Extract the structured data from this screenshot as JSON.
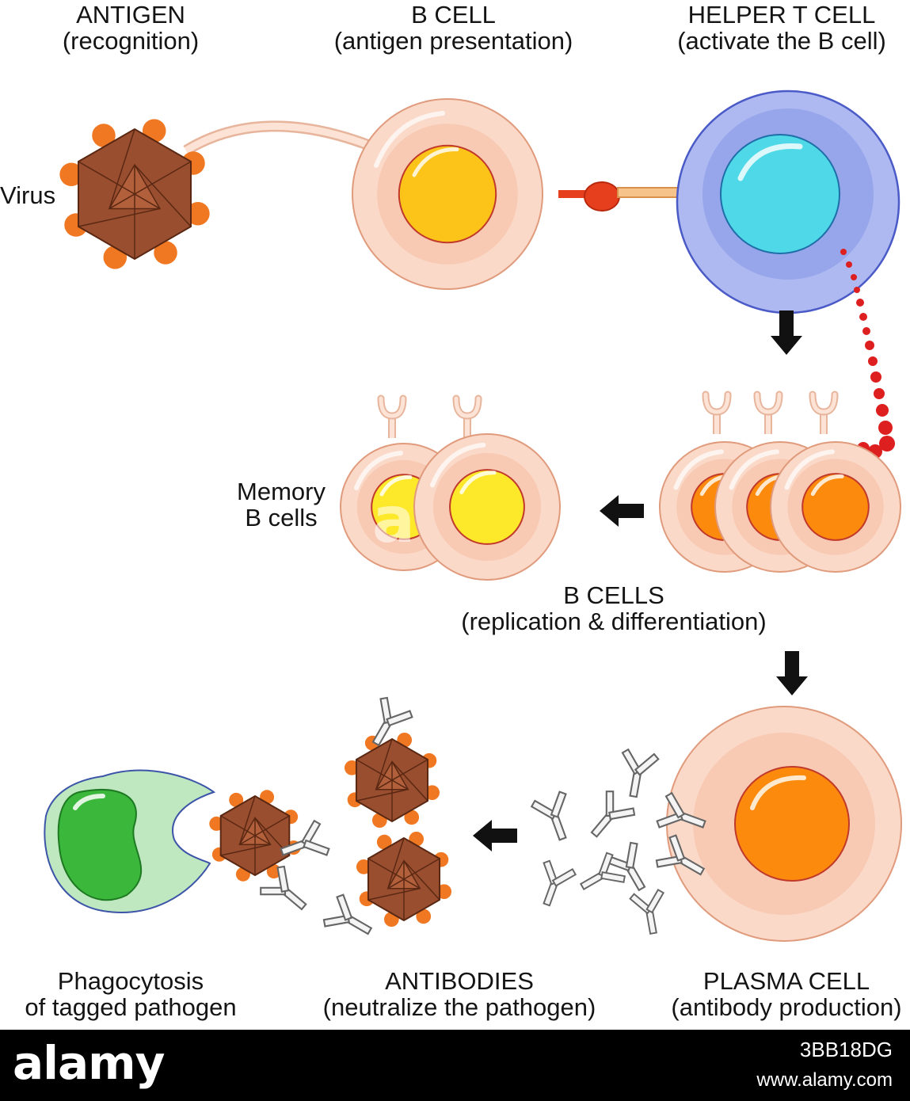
{
  "labels": {
    "antigen": {
      "title": "ANTIGEN",
      "sub": "(recognition)"
    },
    "b_cell": {
      "title": "B CELL",
      "sub": "(antigen presentation)"
    },
    "helper_t": {
      "title": "HELPER T CELL",
      "sub": "(activate the B cell)"
    },
    "virus": "Virus",
    "memory": {
      "line1": "Memory",
      "line2": "B cells"
    },
    "b_cells": {
      "title": "B CELLS",
      "sub": "(replication & differentiation)"
    },
    "phago": {
      "line1": "Phagocytosis",
      "line2": "of tagged pathogen"
    },
    "antibodies": {
      "title": "ANTIBODIES",
      "sub": "(neutralize the pathogen)"
    },
    "plasma": {
      "title": "PLASMA CELL",
      "sub": "(antibody production)"
    }
  },
  "footer": {
    "logo": "alamy",
    "image_id": "3BB18DG",
    "url": "www.alamy.com"
  },
  "colors": {
    "b_cell_body": "#fbd9c8",
    "b_cell_nucleus": "#fcc419",
    "memory_nucleus": "#fde829",
    "plasma_nucleus": "#fb8a0d",
    "t_cell_body": "#aeb9f2",
    "t_cell_nucleus": "#4fd9e8",
    "virus": "#9a4e30",
    "virus_spike": "#f07822",
    "phagocyte": "#bfe8c0",
    "phagocyte_nucleus": "#3bb83b",
    "cytokine": "#dd1f1f",
    "arrow": "#111111"
  },
  "icons": [
    "virus-icon",
    "antibody-icon",
    "arrow-icon"
  ]
}
